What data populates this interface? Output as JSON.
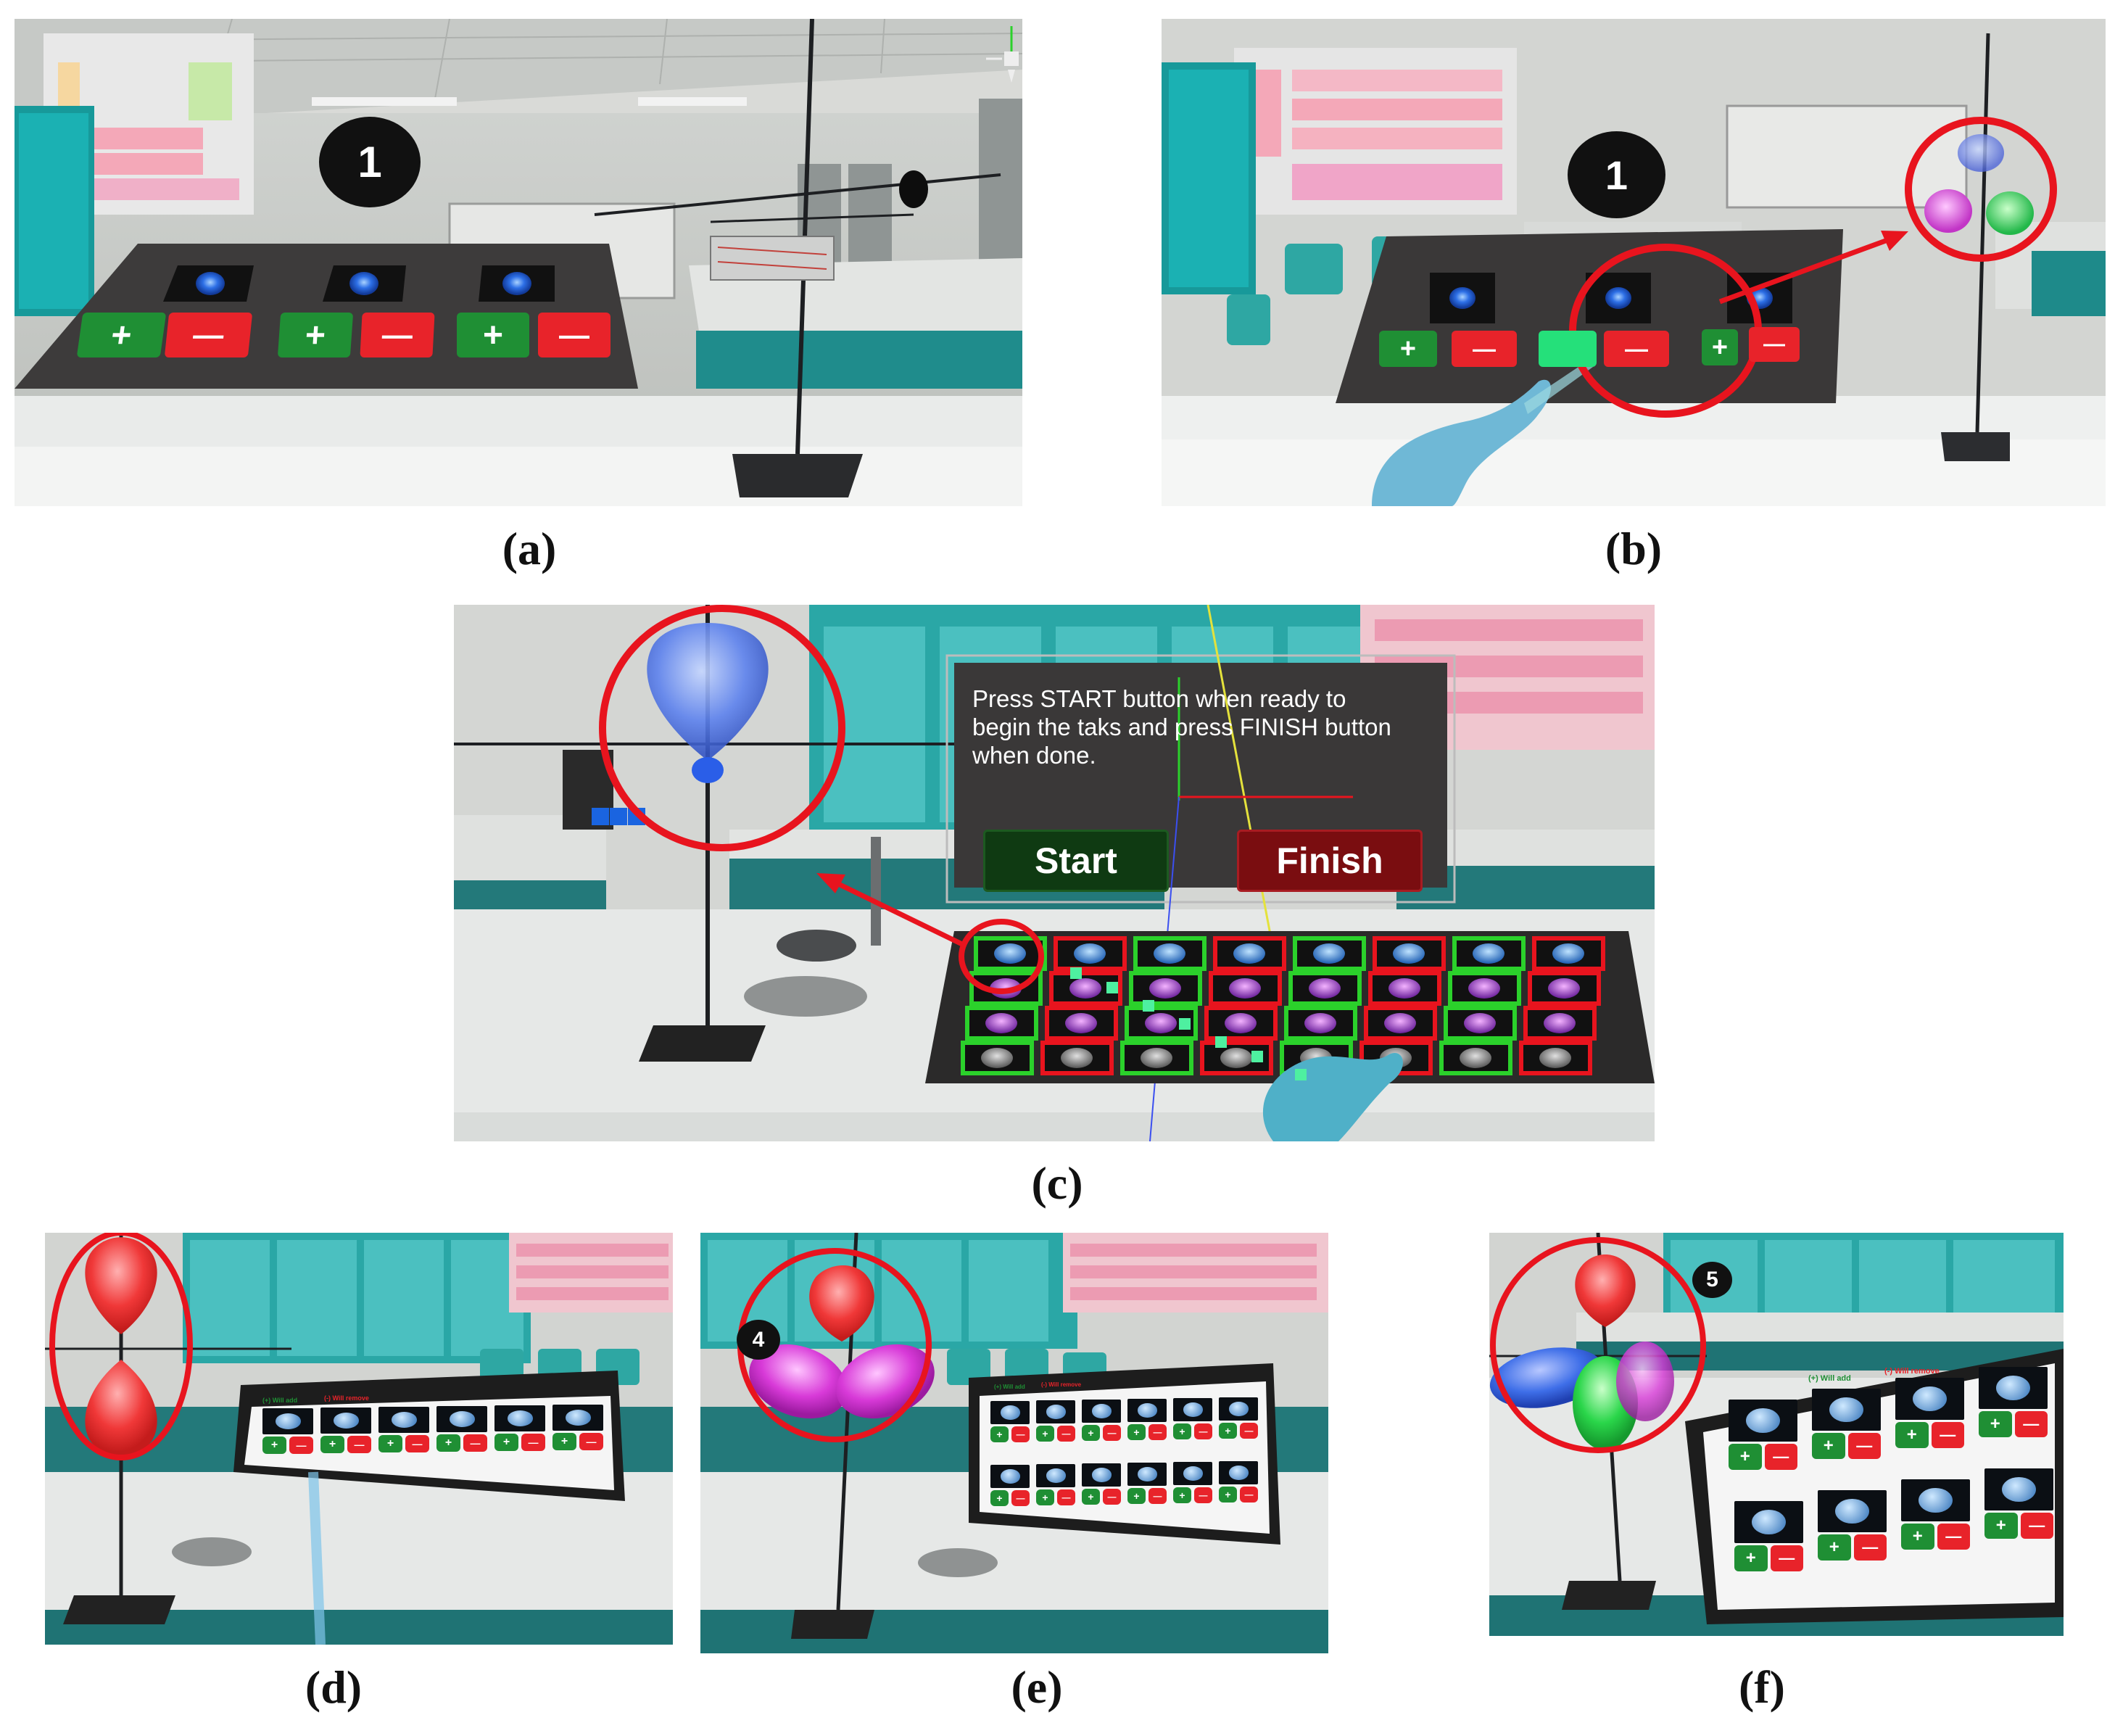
{
  "captions": [
    "(a)",
    "(b)",
    "(c)",
    "(d)",
    "(e)",
    "(f)"
  ],
  "badges": {
    "a": "1",
    "b": "1",
    "e": "4",
    "f": "5"
  },
  "panel_c": {
    "instruction": "Press START button  when ready to begin the taks and press FINISH button when done.",
    "start_label": "Start",
    "finish_label": "Finish"
  },
  "button_glyphs": {
    "plus": "+",
    "minus": "—"
  },
  "board_headers": {
    "add": "(+) Will add",
    "remove": "(-) Will remove"
  },
  "colors": {
    "highlight_red": "#e8141e",
    "plus_green": "#1f8f34",
    "minus_red": "#e8232a",
    "lab_teal": "#1a9a9a",
    "orbital_blue": "#3e6ee8",
    "orbital_red": "#ea2a2a",
    "orbital_magenta": "#d83ad8",
    "orbital_green": "#2ad64a",
    "start_bg": "#0f3a12",
    "finish_bg": "#7a0d10"
  }
}
